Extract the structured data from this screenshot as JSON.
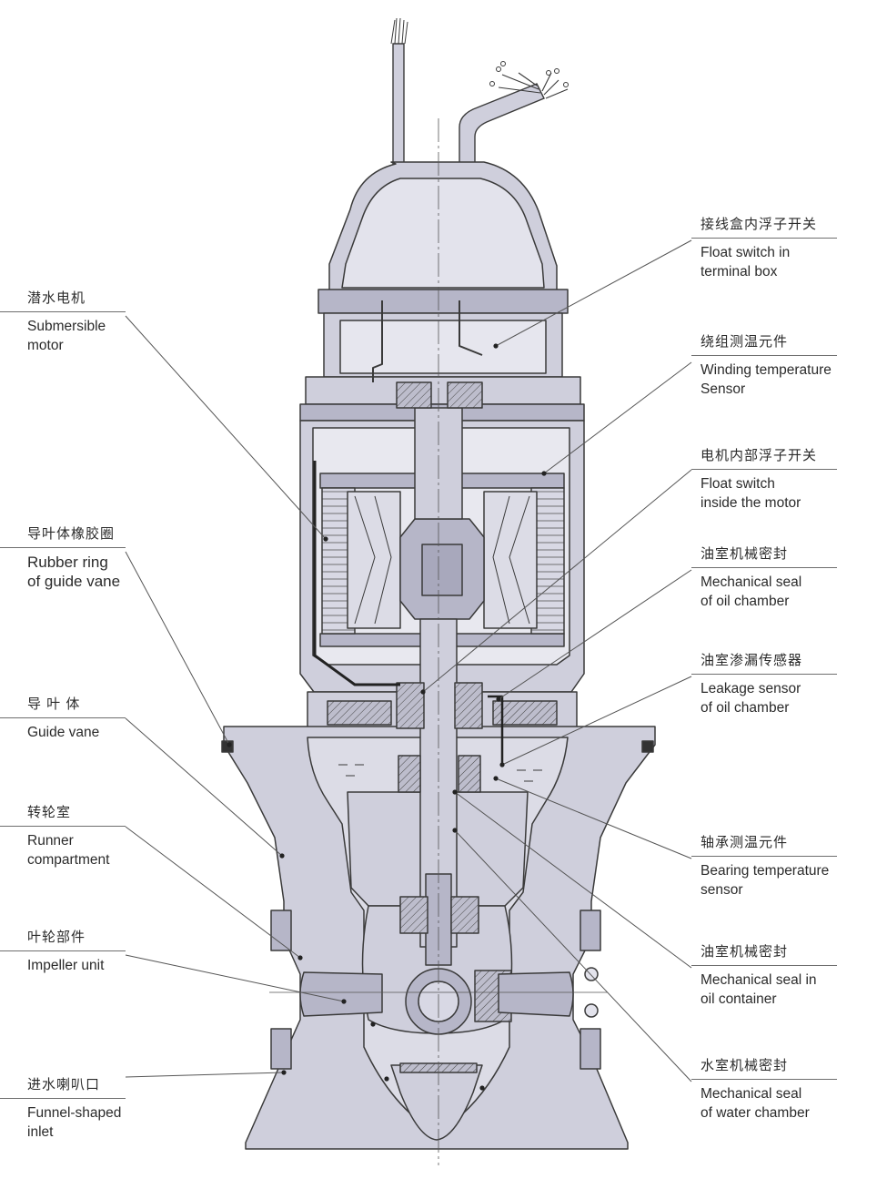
{
  "callouts_left": [
    {
      "cn": "潜水电机",
      "en": [
        "Submersible",
        "motor"
      ]
    },
    {
      "cn": "导叶体橡胶圈",
      "en": [
        "Rubber ring",
        "of guide vane"
      ]
    },
    {
      "cn": "导 叶 体",
      "en": [
        "Guide vane"
      ]
    },
    {
      "cn": "转轮室",
      "en": [
        "Runner",
        "compartment"
      ]
    },
    {
      "cn": "叶轮部件",
      "en": [
        "Impeller unit"
      ]
    },
    {
      "cn": "进水喇叭口",
      "en": [
        "Funnel-shaped",
        "inlet"
      ]
    }
  ],
  "callouts_right": [
    {
      "cn": "接线盒内浮子开关",
      "en": [
        "Float switch in",
        "terminal box"
      ]
    },
    {
      "cn": "绕组测温元件",
      "en": [
        "Winding temperature",
        "Sensor"
      ]
    },
    {
      "cn": "电机内部浮子开关",
      "en": [
        "Float switch",
        "inside the motor"
      ]
    },
    {
      "cn": "油室机械密封",
      "en": [
        "Mechanical seal",
        "of oil chamber"
      ]
    },
    {
      "cn": "油室渗漏传感器",
      "en": [
        "Leakage sensor",
        "of oil chamber"
      ]
    },
    {
      "cn": "轴承测温元件",
      "en": [
        "Bearing temperature",
        "sensor"
      ]
    },
    {
      "cn": "油室机械密封",
      "en": [
        "Mechanical seal in",
        "oil container"
      ]
    },
    {
      "cn": "水室机械密封",
      "en": [
        "Mechanical seal",
        "of water chamber"
      ]
    }
  ],
  "colors": {
    "body_fill": "#cfcfdc",
    "dark_fill": "#a8a8bc",
    "outline": "#3a3a3a",
    "leader": "#555555",
    "text": "#2b2b2b"
  }
}
